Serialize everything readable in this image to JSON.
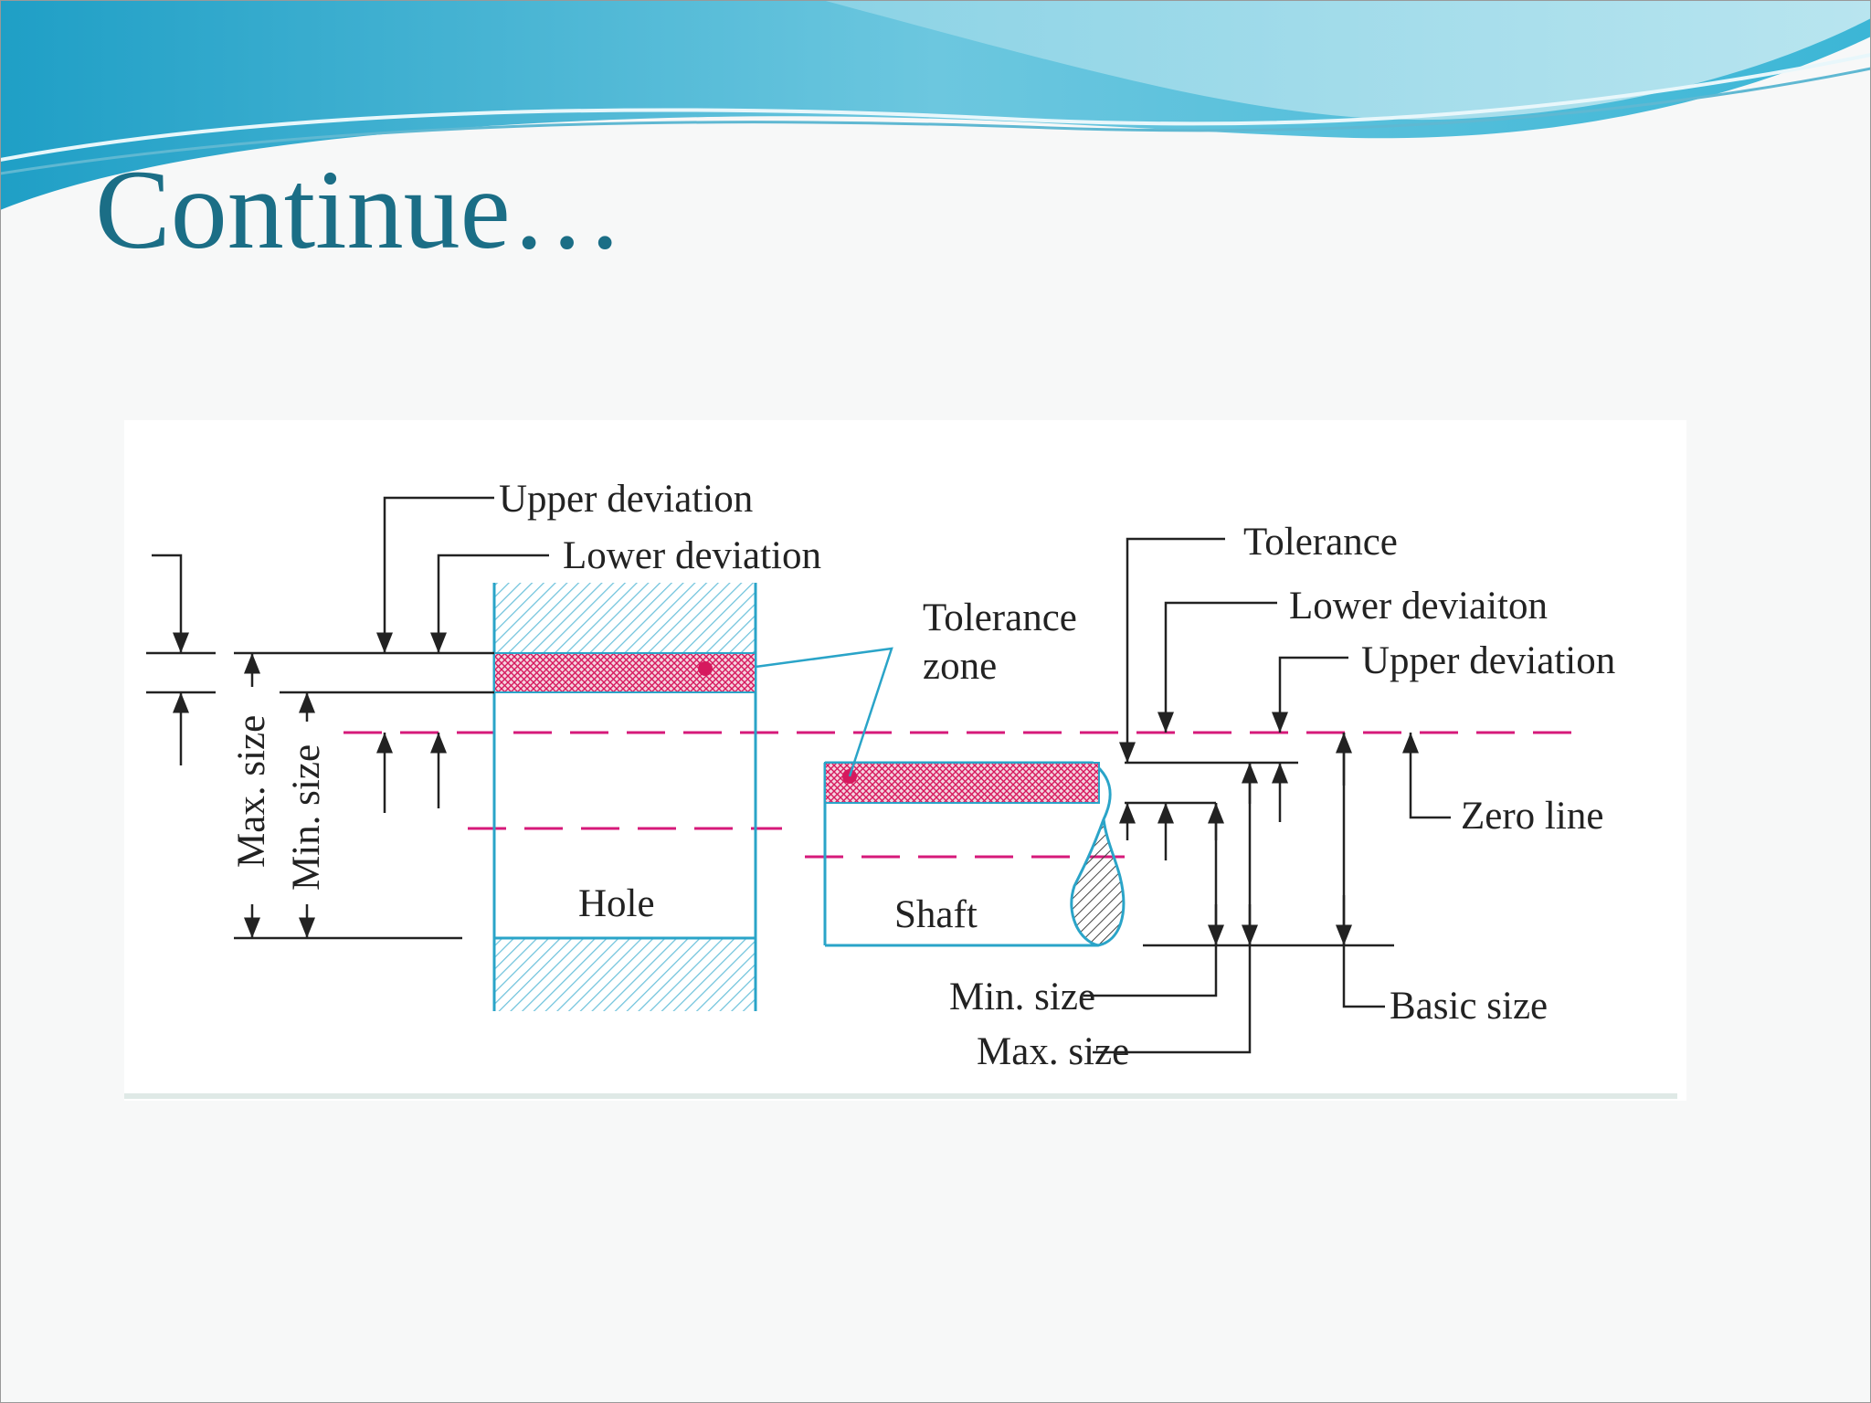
{
  "slide": {
    "title": "Continue…"
  },
  "diagram": {
    "labels": {
      "upper_deviation_left": "Upper deviation",
      "lower_deviation_left": "Lower deviation",
      "max_size_left": "Max. size",
      "min_size_left": "Min. size",
      "hole": "Hole",
      "tolerance_zone_line1": "Tolerance",
      "tolerance_zone_line2": "zone",
      "shaft": "Shaft",
      "tolerance_right": "Tolerance",
      "lower_deviation_right": "Lower deviaiton",
      "upper_deviation_right": "Upper deviation",
      "zero_line": "Zero line",
      "min_size_right": "Min. size",
      "max_size_right": "Max. size",
      "basic_size": "Basic size"
    },
    "colors": {
      "outline": "#2aa4c8",
      "hatch": "#6fc3dc",
      "zone": "#d6195e",
      "dash": "#d6197a",
      "ink": "#222222"
    }
  }
}
